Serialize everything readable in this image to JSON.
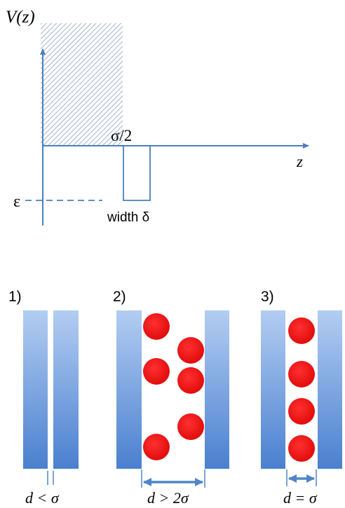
{
  "potential_plot": {
    "y_axis_label": "V(z)",
    "x_axis_label": "z",
    "half_sigma_label": "σ/2",
    "epsilon_label": "ε",
    "width_label": "width δ"
  },
  "panels": [
    {
      "number_label": "1)",
      "condition_label": "d < σ"
    },
    {
      "number_label": "2)",
      "condition_label": "d > 2σ"
    },
    {
      "number_label": "3)",
      "condition_label": "d = σ"
    }
  ],
  "colors": {
    "axis": "#4a7fc1",
    "hatch": "#7f93b3",
    "wall_light": "#b3cdf2",
    "wall_dark": "#4a80cf",
    "particle": "#ee1111",
    "dimension_arrow": "#4f86c6"
  }
}
